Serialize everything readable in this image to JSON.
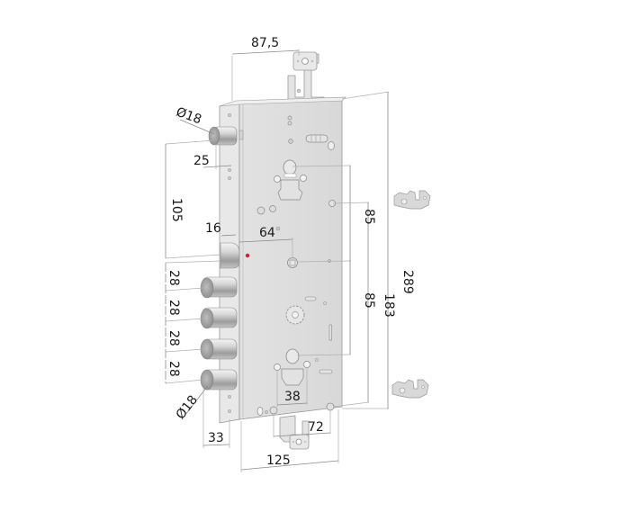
{
  "drawing": {
    "subject": "multipoint mortise lock with bolts and top/bottom extension brackets",
    "dimensions": {
      "top_bracket_offset": "87,5",
      "top_bolt_diameter": "Ø18",
      "top_bolt_projection": "25",
      "top_bolt_to_latch": "105",
      "latch_projection": "16",
      "backset": "64",
      "bolt_spacing_1": "28",
      "bolt_spacing_2": "28",
      "bolt_spacing_3": "28",
      "bolt_spacing_4": "28",
      "bottom_bolt_diameter": "Ø18",
      "bolt_projection_bottom": "33",
      "cylinder_spacing": "38",
      "hole_offset": "72",
      "case_width": "125",
      "upper_hole_to_center": "85",
      "center_to_lower_cylinder": "85",
      "fixing_holes_distance": "183",
      "total_height": "289"
    },
    "colors": {
      "case": "#dcdcdc",
      "case_edge": "#9a9a9a",
      "faceplate": "#e6e6e6",
      "bolt": "#c8c8c8",
      "indicator": "#d0202a",
      "dimension_line": "#8a8a8a",
      "text": "#1a1a1a"
    }
  }
}
